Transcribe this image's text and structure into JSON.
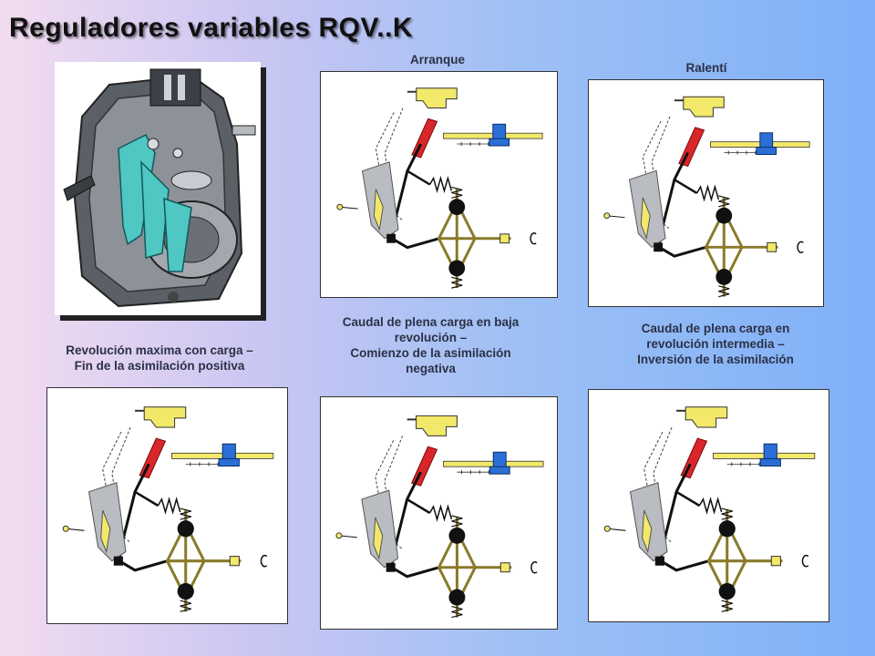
{
  "title": "Reguladores variables RQV..K",
  "labels": {
    "arranque": "Arranque",
    "ralenti": "Ralentí",
    "revolucion_maxima": [
      "Revolución maxima con carga –",
      "Fin de la asimilación positiva"
    ],
    "baja_revolucion": [
      "Caudal de plena carga en baja",
      "revolución –",
      "Comienzo de la asimilación",
      "negativa"
    ],
    "revolucion_intermedia": [
      "Caudal de plena carga en",
      "revolución intermedia –",
      "Inversión de la asimilación"
    ]
  },
  "colors": {
    "lever_red": "#d8262b",
    "yellow_part": "#f2e96a",
    "blue_part": "#2a6fd6",
    "flyweight": "#111111",
    "photo_cyan": "#4fc7c2"
  },
  "panels": [
    {
      "id": "photo-regulador"
    },
    {
      "id": "diagram-arranque"
    },
    {
      "id": "diagram-ralenti"
    },
    {
      "id": "diagram-revolucion-maxima"
    },
    {
      "id": "diagram-baja-revolucion"
    },
    {
      "id": "diagram-revolucion-intermedia"
    }
  ]
}
